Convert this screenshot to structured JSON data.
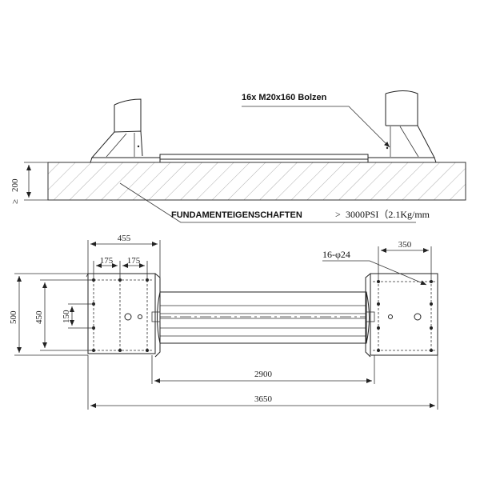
{
  "top_view": {
    "bolt_note": "16x M20x160 Bolzen",
    "foundation_label": "FUNDAMENTEIGENSCHAFTEN",
    "foundation_spec": "3000PSI（2.1Kg/mm",
    "depth_dimension": "200",
    "ge_symbol": "≥"
  },
  "plan_view": {
    "hole_note": "16-φ24",
    "dims": {
      "left_plate_width": "455",
      "hole_spacing_a": "175",
      "hole_spacing_b": "175",
      "right_plate_width": "350",
      "total_height": "500",
      "plate_height": "450",
      "hole_spacing_v": "150",
      "column_span": "2900",
      "overall_length": "3650"
    }
  }
}
